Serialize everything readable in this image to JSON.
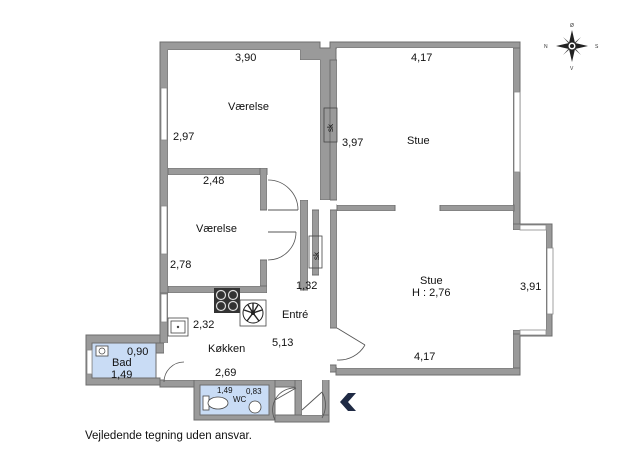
{
  "rooms": {
    "vaerelse_1": {
      "name": "Værelse",
      "width": "3,90",
      "depth": "2,97"
    },
    "vaerelse_2": {
      "name": "Værelse",
      "width": "2,48",
      "depth": "2,78"
    },
    "stue_1": {
      "name": "Stue",
      "width": "4,17",
      "depth": "3,97"
    },
    "stue_2": {
      "name": "Stue",
      "height": "H : 2,76",
      "width": "4,17",
      "depth": "3,91"
    },
    "entre": {
      "name": "Entré",
      "width": "1,32",
      "depth": "5,13"
    },
    "koekken": {
      "name": "Køkken",
      "width": "2,69",
      "depth": "2,32"
    },
    "bad": {
      "name": "Bad",
      "width": "0,90",
      "depth": "1,49"
    },
    "wc": {
      "name": "WC",
      "width": "1,49",
      "depth": "0,83"
    }
  },
  "closets": {
    "sk_1": "sk",
    "sk_2": "sk"
  },
  "compass": {
    "n": "N",
    "s": "S",
    "o": "Ø",
    "v": "V"
  },
  "disclaimer": "Vejledende tegning uden ansvar.",
  "colors": {
    "wall": "#9a9a9a",
    "wet_room": "#c9dcf5",
    "entrance_marker": "#1f2a44"
  },
  "icons": [
    "stove-icon",
    "fan-icon",
    "sink-icon",
    "washbasin-icon",
    "toilet-icon",
    "compass-rose-icon",
    "entrance-arrow-icon"
  ]
}
